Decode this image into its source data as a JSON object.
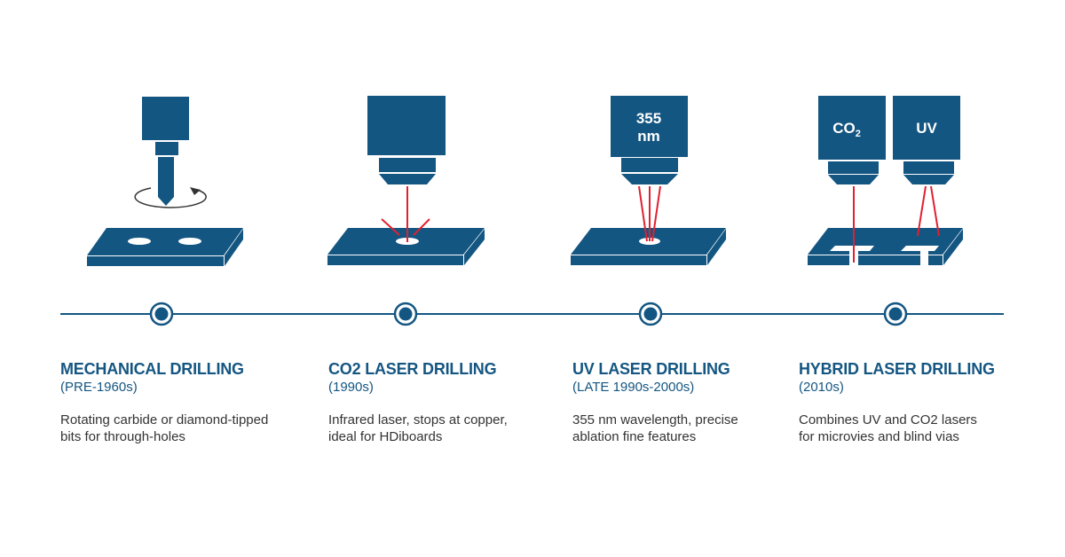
{
  "colors": {
    "blue": "#145682",
    "red": "#e02030",
    "text": "#333333"
  },
  "icons": {
    "stage1": "mechanical-drill-icon",
    "stage2": "co2-laser-icon",
    "stage3": "uv-laser-icon",
    "stage4": "hybrid-laser-icon"
  },
  "stages": [
    {
      "title": "MECHANICAL DRILLING",
      "era": "(PRE-1960s)",
      "desc1": "Rotating carbide or diamond-tipped",
      "desc2": "bits for through-holes"
    },
    {
      "title": "CO2 LASER DRILLING",
      "era": "(1990s)",
      "desc1": "Infrared laser, stops at copper,",
      "desc2": "ideal for HDiboards"
    },
    {
      "title": "UV LASER DRILLING",
      "era": "(LATE 1990s-2000s)",
      "desc1": "355 nm wavelength, precise",
      "desc2": "ablation fine features"
    },
    {
      "title": "HYBRID LASER DRILLING",
      "era": "(2010s)",
      "desc1": "Combines UV and CO2 lasers",
      "desc2": "for microvies and blind vias"
    }
  ],
  "labels": {
    "uv_wavelength_1": "355",
    "uv_wavelength_2": "nm",
    "co2": "CO",
    "co2_sub": "2",
    "uv": "UV"
  }
}
